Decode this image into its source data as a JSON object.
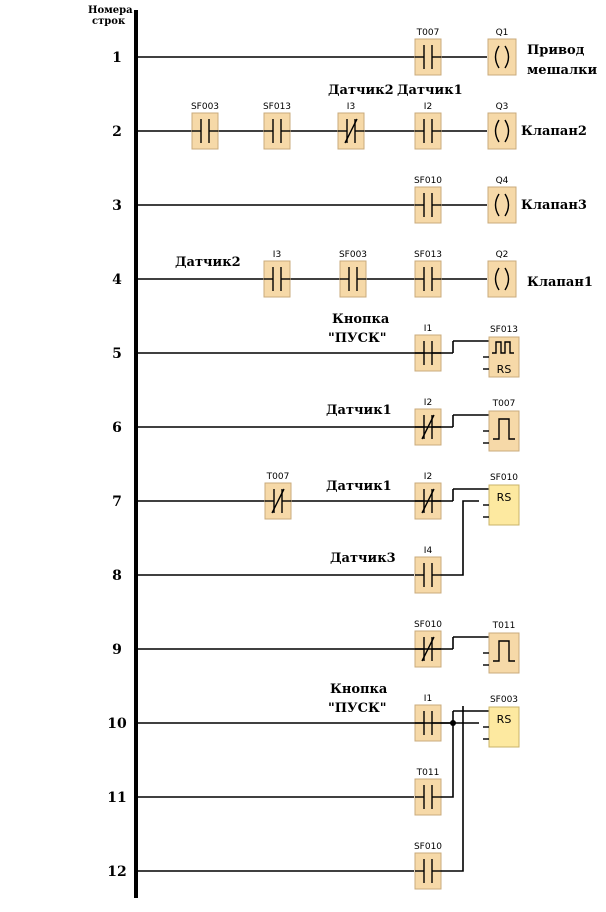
{
  "header": {
    "line1": "Номера",
    "line2": "строк"
  },
  "rows": [
    {
      "n": "1",
      "notes": [
        {
          "t": "Привод"
        },
        {
          "t": "мешалки"
        }
      ],
      "contacts": [
        {
          "tag": "T007",
          "nc": false
        }
      ],
      "out": {
        "type": "coil",
        "tag": "Q1"
      }
    },
    {
      "n": "2",
      "notes": [
        {
          "t": "Датчик2"
        },
        {
          "t": "Датчик1"
        },
        {
          "t": "Клапан2"
        }
      ],
      "contacts": [
        {
          "tag": "SF003",
          "nc": false
        },
        {
          "tag": "SF013",
          "nc": false
        },
        {
          "tag": "I3",
          "nc": true
        },
        {
          "tag": "I2",
          "nc": false
        }
      ],
      "out": {
        "type": "coil",
        "tag": "Q3"
      }
    },
    {
      "n": "3",
      "notes": [
        {
          "t": "Клапан3"
        }
      ],
      "contacts": [
        {
          "tag": "SF010",
          "nc": false
        }
      ],
      "out": {
        "type": "coil",
        "tag": "Q4"
      }
    },
    {
      "n": "4",
      "notes": [
        {
          "t": "Датчик2"
        },
        {
          "t": "Клапан1"
        }
      ],
      "contacts": [
        {
          "tag": "I3",
          "nc": false
        },
        {
          "tag": "SF003",
          "nc": false
        },
        {
          "tag": "SF013",
          "nc": false
        }
      ],
      "out": {
        "type": "coil",
        "tag": "Q2"
      }
    },
    {
      "n": "5",
      "notes": [
        {
          "t": "Кнопка"
        },
        {
          "t": "\"ПУСК\""
        }
      ],
      "contacts": [
        {
          "tag": "I1",
          "nc": false
        }
      ],
      "out": {
        "type": "pulse",
        "tag": "SF013",
        "label": "RS"
      }
    },
    {
      "n": "6",
      "notes": [
        {
          "t": "Датчик1"
        }
      ],
      "contacts": [
        {
          "tag": "I2",
          "nc": true
        }
      ],
      "out": {
        "type": "timer",
        "tag": "T007"
      }
    },
    {
      "n": "7",
      "notes": [
        {
          "t": "Датчик1"
        }
      ],
      "contacts": [
        {
          "tag": "T007",
          "nc": true
        },
        {
          "tag": "I2",
          "nc": true
        }
      ],
      "out": {
        "type": "rs",
        "tag": "SF010",
        "label": "RS"
      }
    },
    {
      "n": "8",
      "notes": [
        {
          "t": "Датчик3"
        }
      ],
      "contacts": [
        {
          "tag": "I4",
          "nc": false
        }
      ]
    },
    {
      "n": "9",
      "notes": [],
      "contacts": [
        {
          "tag": "SF010",
          "nc": true
        }
      ],
      "out": {
        "type": "timer",
        "tag": "T011"
      }
    },
    {
      "n": "10",
      "notes": [
        {
          "t": "Кнопка"
        },
        {
          "t": "\"ПУСК\""
        }
      ],
      "contacts": [
        {
          "tag": "I1",
          "nc": false
        }
      ],
      "out": {
        "type": "rs",
        "tag": "SF003",
        "label": "RS"
      }
    },
    {
      "n": "11",
      "notes": [],
      "contacts": [
        {
          "tag": "T011",
          "nc": false
        }
      ]
    },
    {
      "n": "12",
      "notes": [],
      "contacts": [
        {
          "tag": "SF010",
          "nc": false
        }
      ]
    }
  ]
}
